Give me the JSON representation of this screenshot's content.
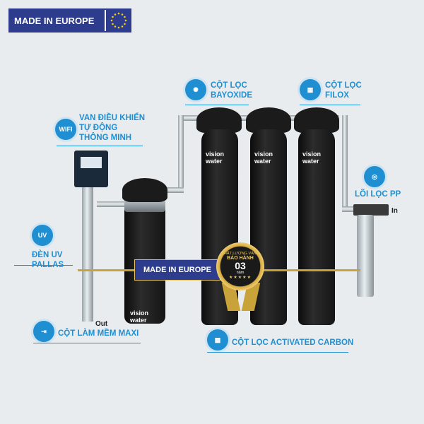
{
  "top_badge": {
    "label": "MADE IN EUROPE"
  },
  "labels": {
    "valve": [
      "VAN ĐIỀU KHIỂN",
      "TỰ ĐỘNG",
      "THÔNG MINH"
    ],
    "wifi_icon_text": "WIFI",
    "bayoxide": [
      "CỘT LỌC",
      "BAYOXIDE"
    ],
    "filox": [
      "CỘT LỌC",
      "FILOX"
    ],
    "pp": "LÕI LỌC PP",
    "uv_icon_text": "UV",
    "uv": [
      "ĐÈN UV",
      "PALLAS"
    ],
    "softener": "CỘT LÀM MỀM MAXI",
    "carbon": "CỘT LỌC ACTIVATED CARBON",
    "in": "In",
    "out": "Out"
  },
  "brand": "vision water",
  "ribbon": "MADE IN EUROPE",
  "medal": {
    "line1": "CHẤT LƯỢNG VÀNG",
    "line2": "BẢO HÀNH",
    "years": "03",
    "unit": "năm",
    "stars": "★★★★★"
  },
  "colors": {
    "accent": "#1f8fd1",
    "navy": "#2d3c8c",
    "gold": "#c9a23a"
  }
}
